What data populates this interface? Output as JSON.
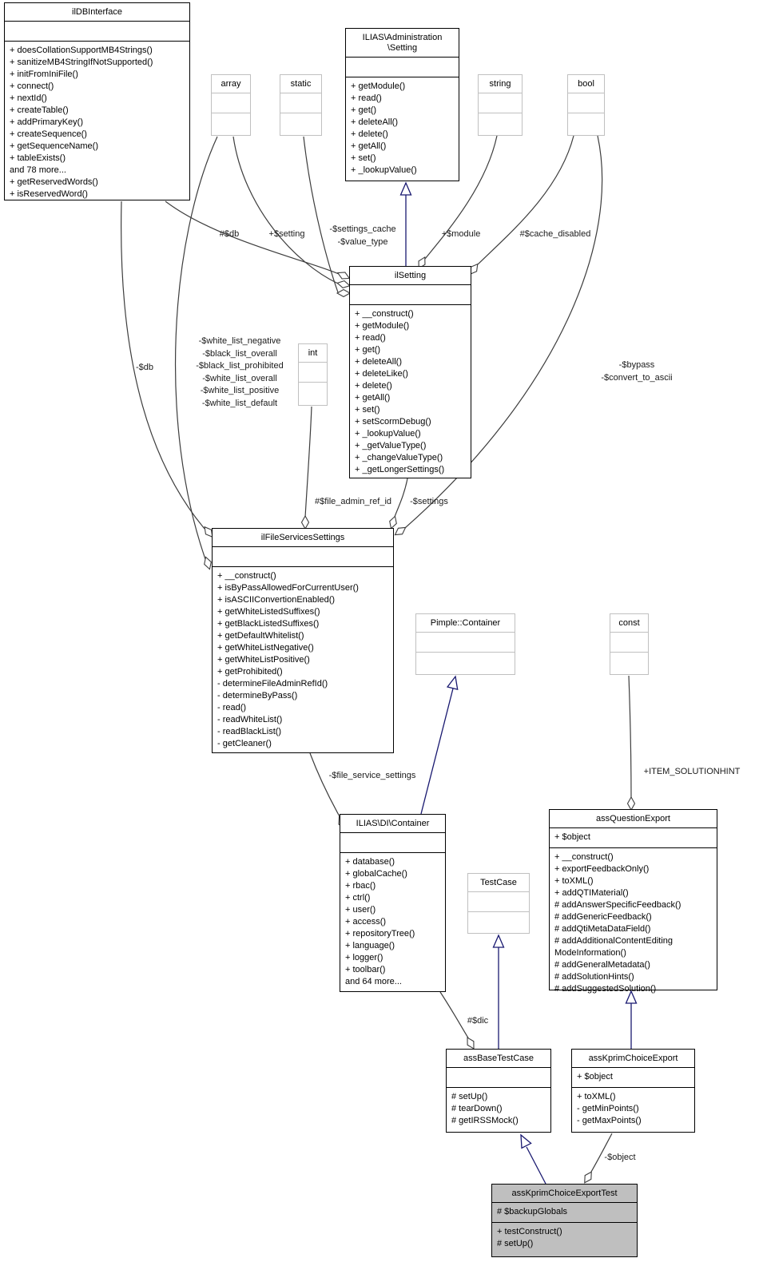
{
  "colors": {
    "node_fill": "#ffffff",
    "current_node_fill": "#bfbfbf",
    "node_border": "#000000",
    "external_node_border": "#c0c0c0",
    "collaboration_edge": "#3d3d3d",
    "inheritance_edge": "#191970"
  },
  "classes": {
    "ildbinterface": {
      "name": "ilDBInterface",
      "attributes": "",
      "methods": [
        "+ doesCollationSupportMB4Strings()",
        "+ sanitizeMB4StringIfNotSupported()",
        "+ initFromIniFile()",
        "+ connect()",
        "+ nextId()",
        "+ createTable()",
        "+ addPrimaryKey()",
        "+ createSequence()",
        "+ getSequenceName()",
        "+ tableExists()",
        "and 78 more...",
        "+ getReservedWords()",
        "+ isReservedWord()"
      ]
    },
    "array": {
      "name": "array",
      "attributes": "",
      "methods": ""
    },
    "static": {
      "name": "static",
      "attributes": "",
      "methods": ""
    },
    "admin_setting": {
      "name": [
        "ILIAS\\Administration",
        "\\Setting"
      ],
      "attributes": "",
      "methods": [
        "+ getModule()",
        "+ read()",
        "+ get()",
        "+ deleteAll()",
        "+ delete()",
        "+ getAll()",
        "+ set()",
        "+ _lookupValue()"
      ]
    },
    "string": {
      "name": "string",
      "attributes": "",
      "methods": ""
    },
    "bool": {
      "name": "bool",
      "attributes": "",
      "methods": ""
    },
    "ilsetting": {
      "name": "ilSetting",
      "attributes": "",
      "methods": [
        "+ __construct()",
        "+ getModule()",
        "+ read()",
        "+ get()",
        "+ deleteAll()",
        "+ deleteLike()",
        "+ delete()",
        "+ getAll()",
        "+ set()",
        "+ setScormDebug()",
        "+ _lookupValue()",
        "+ _getValueType()",
        "+ _changeValueType()",
        "+ _getLongerSettings()"
      ]
    },
    "int": {
      "name": "int",
      "attributes": "",
      "methods": ""
    },
    "filesettings": {
      "name": "ilFileServicesSettings",
      "attributes": "",
      "methods": [
        "+ __construct()",
        "+ isByPassAllowedForCurrentUser()",
        "+ isASCIIConvertionEnabled()",
        "+ getWhiteListedSuffixes()",
        "+ getBlackListedSuffixes()",
        "+ getDefaultWhitelist()",
        "+ getWhiteListNegative()",
        "+ getWhiteListPositive()",
        "+ getProhibited()",
        "- determineFileAdminRefId()",
        "- determineByPass()",
        "- read()",
        "- readWhiteList()",
        "- readBlackList()",
        "- getCleaner()"
      ]
    },
    "pimple_container": {
      "name": "Pimple::Container",
      "attributes": "",
      "methods": ""
    },
    "const": {
      "name": "const",
      "attributes": "",
      "methods": ""
    },
    "di_container": {
      "name": "ILIAS\\DI\\Container",
      "attributes": "",
      "methods": [
        "+ database()",
        "+ globalCache()",
        "+ rbac()",
        "+ ctrl()",
        "+ user()",
        "+ access()",
        "+ repositoryTree()",
        "+ language()",
        "+ logger()",
        "+ toolbar()",
        "and 64 more..."
      ]
    },
    "testcase": {
      "name": "TestCase",
      "attributes": "",
      "methods": ""
    },
    "questionexport": {
      "name": "assQuestionExport",
      "attributes": "+ $object",
      "methods": [
        "+ __construct()",
        "+ exportFeedbackOnly()",
        "+ toXML()",
        "+ addQTIMaterial()",
        "# addAnswerSpecificFeedback()",
        "# addGenericFeedback()",
        "# addQtiMetaDataField()",
        "# addAdditionalContentEditing",
        "ModeInformation()",
        "# addGeneralMetadata()",
        "# addSolutionHints()",
        "# addSuggestedSolution()"
      ]
    },
    "basetestcase": {
      "name": "assBaseTestCase",
      "attributes": "",
      "methods": [
        "# setUp()",
        "# tearDown()",
        "# getIRSSMock()"
      ]
    },
    "kprimexport": {
      "name": "assKprimChoiceExport",
      "attributes": "+ $object",
      "methods": [
        "+ toXML()",
        "- getMinPoints()",
        "- getMaxPoints()"
      ]
    },
    "kprimexporttest": {
      "name": "assKprimChoiceExportTest",
      "attributes": "# $backupGlobals",
      "methods": [
        "+ testConstruct()",
        "# setUp()"
      ]
    }
  },
  "edge_labels": {
    "db_setting": "#$db",
    "setting": "+$setting",
    "settings_cache": [
      "-$settings_cache",
      "-$value_type"
    ],
    "module": "+$module",
    "cache_disabled": "#$cache_disabled",
    "db_fss": "-$db",
    "white_lists": [
      "-$white_list_negative",
      "-$black_list_overall",
      "-$black_list_prohibited",
      "-$white_list_overall",
      "-$white_list_positive",
      "-$white_list_default"
    ],
    "bypass": [
      "-$bypass",
      "-$convert_to_ascii"
    ],
    "file_admin_ref_id": "#$file_admin_ref_id",
    "settings": "-$settings",
    "file_service_settings": "-$file_service_settings",
    "dic": "#$dic",
    "item_solutionhint": "+ITEM_SOLUTIONHINT",
    "object": "-$object"
  }
}
